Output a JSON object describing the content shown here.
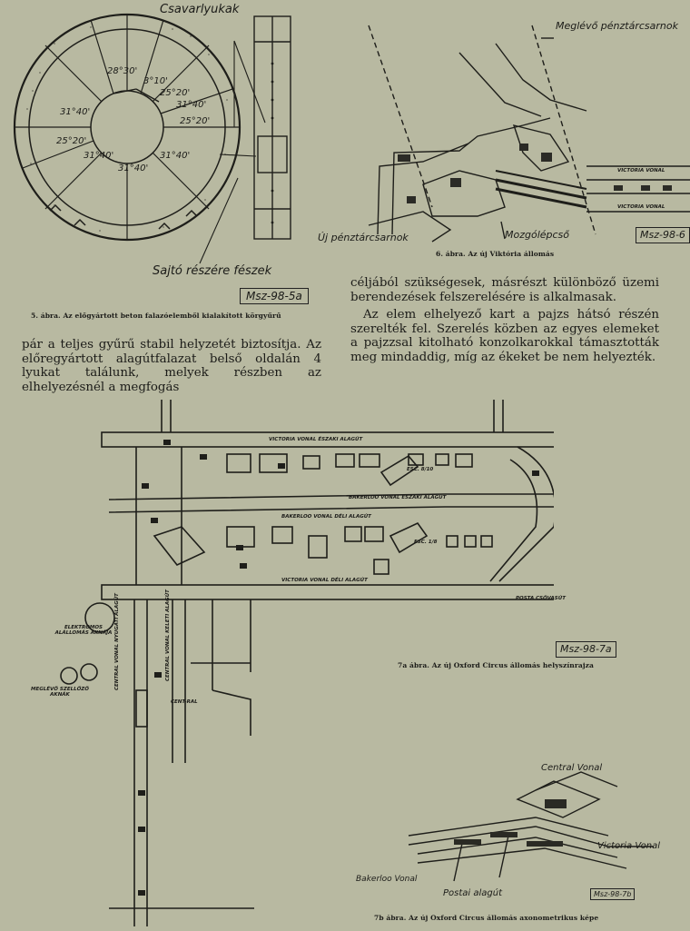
{
  "fig5": {
    "label_top": "Csavarlyukak",
    "label_bottom": "Sajtó részére fészek",
    "angles": [
      "28°30'",
      "3°10'",
      "25°20'",
      "31°40'",
      "25°20'",
      "31°40'",
      "25°20'",
      "31°40'",
      "31°40'",
      "31°40'"
    ],
    "ref": "Msz-98-5a",
    "caption": "5. ábra. Az előgyártott beton falazóelemből kialakított körgyűrű"
  },
  "fig6": {
    "label_top": "Meglévő pénztárcsarnok",
    "label_left": "Új pénztárcsarnok",
    "label_mid": "Mozgólépcső",
    "label_line_a": "VICTORIA VONAL",
    "label_line_b": "VICTORIA VONAL",
    "ref": "Msz-98-6",
    "caption": "6. ábra. Az új Viktória állomás"
  },
  "text": {
    "left_para": "pár a teljes gyűrű stabil helyzetét biztosítja. Az előregyártott alagútfalazat belső oldalán 4 lyukat találunk, melyek részben az elhelyezésnél a megfogás",
    "right_para1": "céljából szükségesek, másrészt különböző üzemi berendezések felszerelésére is alkalmasak.",
    "right_para2": "Az elem elhelyező kart a pajzs hátsó részén szerelték fel. Szerelés közben az egyes elemeket a pajzzsal kitolható konzolkarokkal támasztották meg mindaddig, míg az ékeket be nem helyezték."
  },
  "fig7a": {
    "labels": {
      "victoria_north": "VICTORIA VONAL ÉSZAKI ALAGÚT",
      "bakerloo_north": "BAKERLOO VONAL ÉSZAKI ALAGÚT",
      "bakerloo_south": "BAKERLOO VONAL DÉLI ALAGÚT",
      "victoria_south": "VICTORIA VONAL DÉLI ALAGÚT",
      "posta": "POSTA CSŐVASÚT",
      "esc_1": "ESC. 8/10",
      "esc_2": "ESC. 1/8",
      "central_west": "CENTRAL VONAL NYUGATI ALAGÚT",
      "central_east": "CENTRAL VONAL KELETI ALAGÚT",
      "central_short": "CENT-RAL",
      "electric": "ELEKTROMOS ALÁLLOMÁS AKNÁJA",
      "vent": "MEGLÉVŐ SZELLŐZŐ AKNÁK"
    },
    "ref": "Msz-98-7a",
    "caption": "7a ábra. Az új Oxford Circus állomás helyszínrajza"
  },
  "fig7b": {
    "label_central": "Central Vonal",
    "label_victoria": "Victoria Vonal",
    "label_bakerloo": "Bakerloo Vonal",
    "label_postal": "Postai alagút",
    "ref": "Msz-98-7b",
    "caption": "7b ábra. Az új Oxford Circus állomás axonometrikus képe"
  }
}
